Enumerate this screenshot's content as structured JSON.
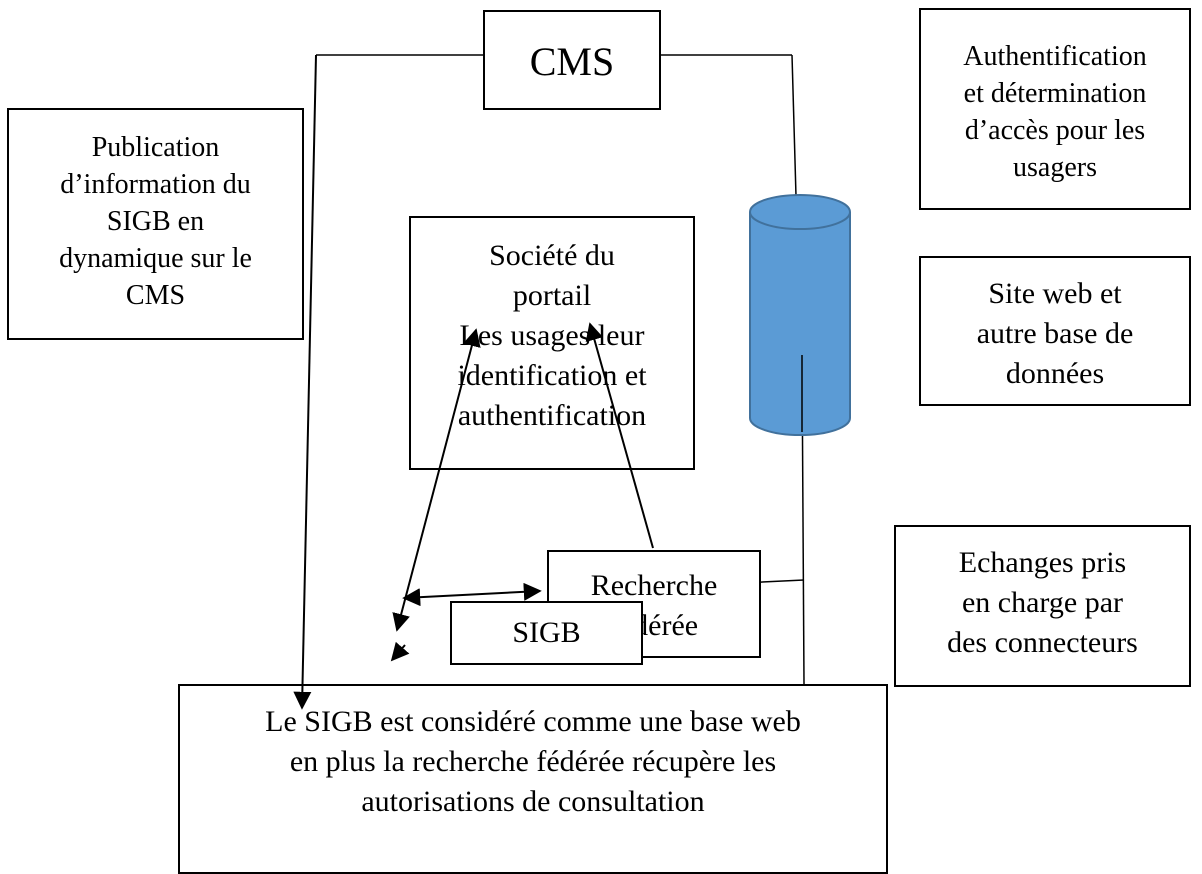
{
  "colors": {
    "cylinder_fill": "#5b9bd5",
    "cylinder_stroke": "#41719c",
    "line": "#000000"
  },
  "icons": {
    "database": "database-cylinder-icon"
  },
  "boxes": {
    "cms": {
      "lines": [
        "CMS"
      ]
    },
    "publication": {
      "lines": [
        "Publication",
        "d’information du",
        "SIGB en",
        "dynamique sur le",
        "CMS"
      ]
    },
    "auth": {
      "lines": [
        "Authentification",
        "et détermination",
        "d’accès pour les",
        "usagers"
      ]
    },
    "societe": {
      "lines": [
        "Société du",
        "portail",
        "Les usages leur",
        "identification et",
        "authentification"
      ]
    },
    "site_web": {
      "lines": [
        "Site web et",
        "autre base de",
        "données"
      ]
    },
    "recherche": {
      "lines": [
        "Recherche",
        "fédérée"
      ]
    },
    "sigb": {
      "lines": [
        "SIGB"
      ]
    },
    "echanges": {
      "lines": [
        "Echanges pris",
        "en charge par",
        "des connecteurs"
      ]
    },
    "considere": {
      "lines": [
        "Le SIGB est considéré comme une base web",
        "en plus la recherche fédérée récupère les",
        "autorisations de consultation"
      ]
    }
  }
}
